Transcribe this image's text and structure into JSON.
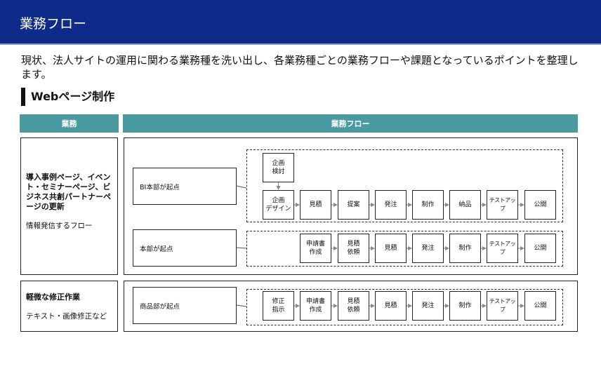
{
  "header": {
    "title": "業務フロー"
  },
  "intro": "現状、法人サイトの運用に関わる業務種を洗い出し、各業務種ごとの業務フローや課題となっているポイントを整理します。",
  "section": {
    "title": "Webページ制作"
  },
  "columns": {
    "task": "業務",
    "flow": "業務フロー"
  },
  "tasks": [
    {
      "title": "導入事例ページ、イベント・セミナーページ、ビジネス共創パートナーページの更新",
      "desc": "情報発信するフロー"
    },
    {
      "title": "軽微な修正作業",
      "desc": "テキスト・画像修正など"
    }
  ],
  "flows": {
    "bi": {
      "origin": "BI本部が起点",
      "top_step": "企画\n検討",
      "steps": [
        "企画\nデザイン",
        "見積",
        "提案",
        "発注",
        "制作",
        "納品",
        "テストアップ",
        "公開"
      ]
    },
    "honbu": {
      "origin": "本部が起点",
      "steps": [
        "申請書\n作成",
        "見積\n依頼",
        "見積",
        "発注",
        "制作",
        "テストアップ",
        "公開"
      ]
    },
    "shohin": {
      "origin": "商品部が起点",
      "steps": [
        "修正\n指示",
        "申請書\n作成",
        "見積\n依頼",
        "見積",
        "発注",
        "制作",
        "テストアップ",
        "公開"
      ]
    }
  }
}
